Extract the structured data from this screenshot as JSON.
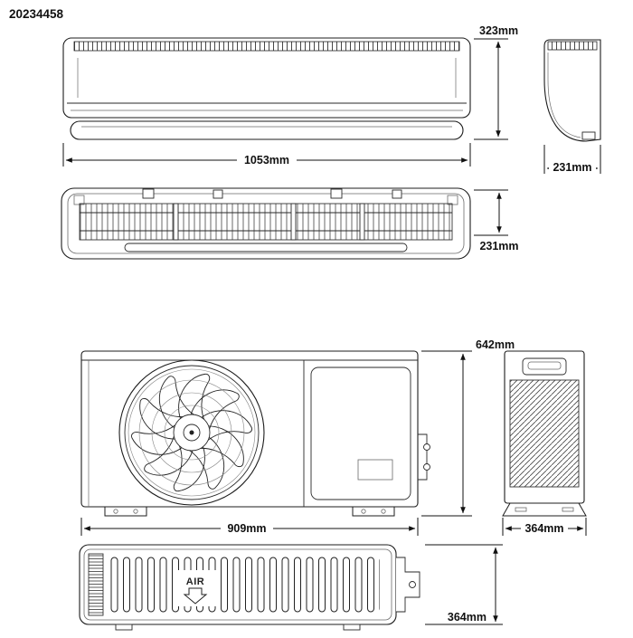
{
  "document": {
    "part_number": "20234458"
  },
  "indoor_unit": {
    "height_label": "323mm",
    "width_label": "1053mm",
    "side_depth_label": "231mm",
    "bottom_depth_label": "231mm"
  },
  "outdoor_unit": {
    "height_label": "642mm",
    "width_label": "909mm",
    "side_depth_label": "364mm",
    "top_depth_label": "364mm",
    "airflow_label": "AIR"
  }
}
